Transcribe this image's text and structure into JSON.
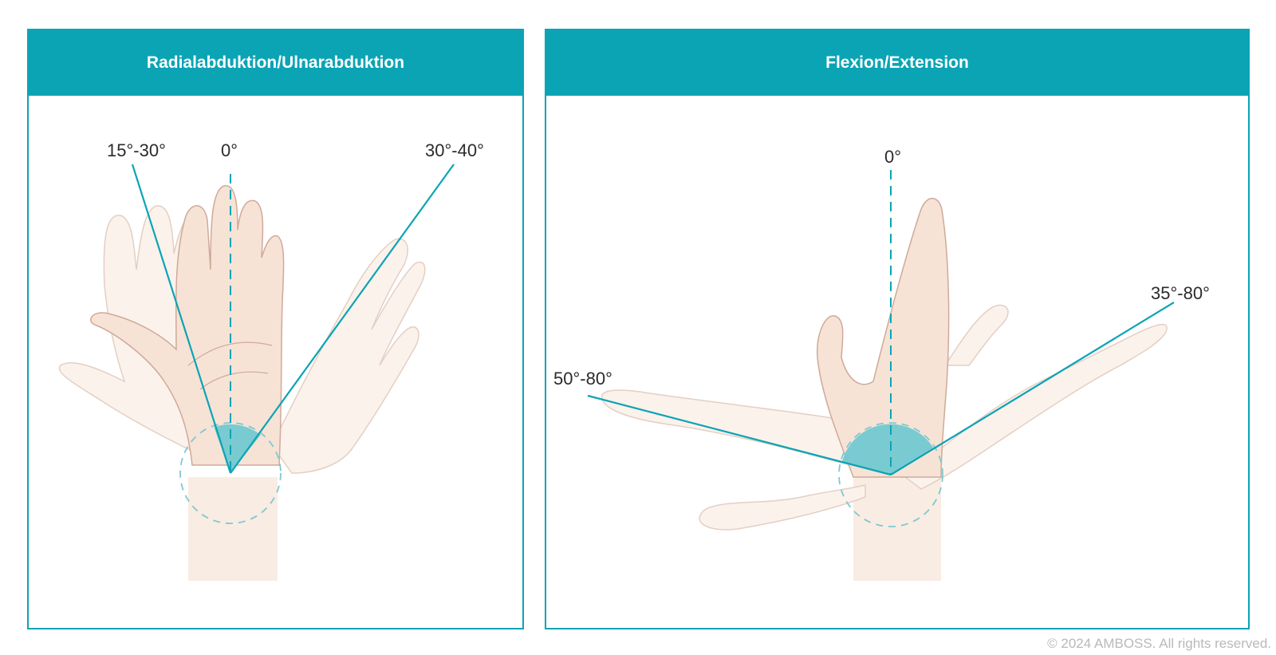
{
  "panels": {
    "left": {
      "title": "Radialabduktion/Ulnarabduktion",
      "labels": {
        "radial": "15°-30°",
        "neutral": "0°",
        "ulnar": "30°-40°"
      }
    },
    "right": {
      "title": "Flexion/Extension",
      "labels": {
        "neutral": "0°",
        "palmar": "50°-80°",
        "dorsal": "35°-80°"
      }
    }
  },
  "footer": {
    "copyright": "© 2024 AMBOSS. All rights reserved."
  },
  "colors": {
    "accent": "#0ba4b5",
    "arc_fill": "#6cc8d0",
    "skin": "#f6e3d6",
    "skin_faded": "#fbf2ec",
    "skin_outline": "#cfa99a"
  }
}
